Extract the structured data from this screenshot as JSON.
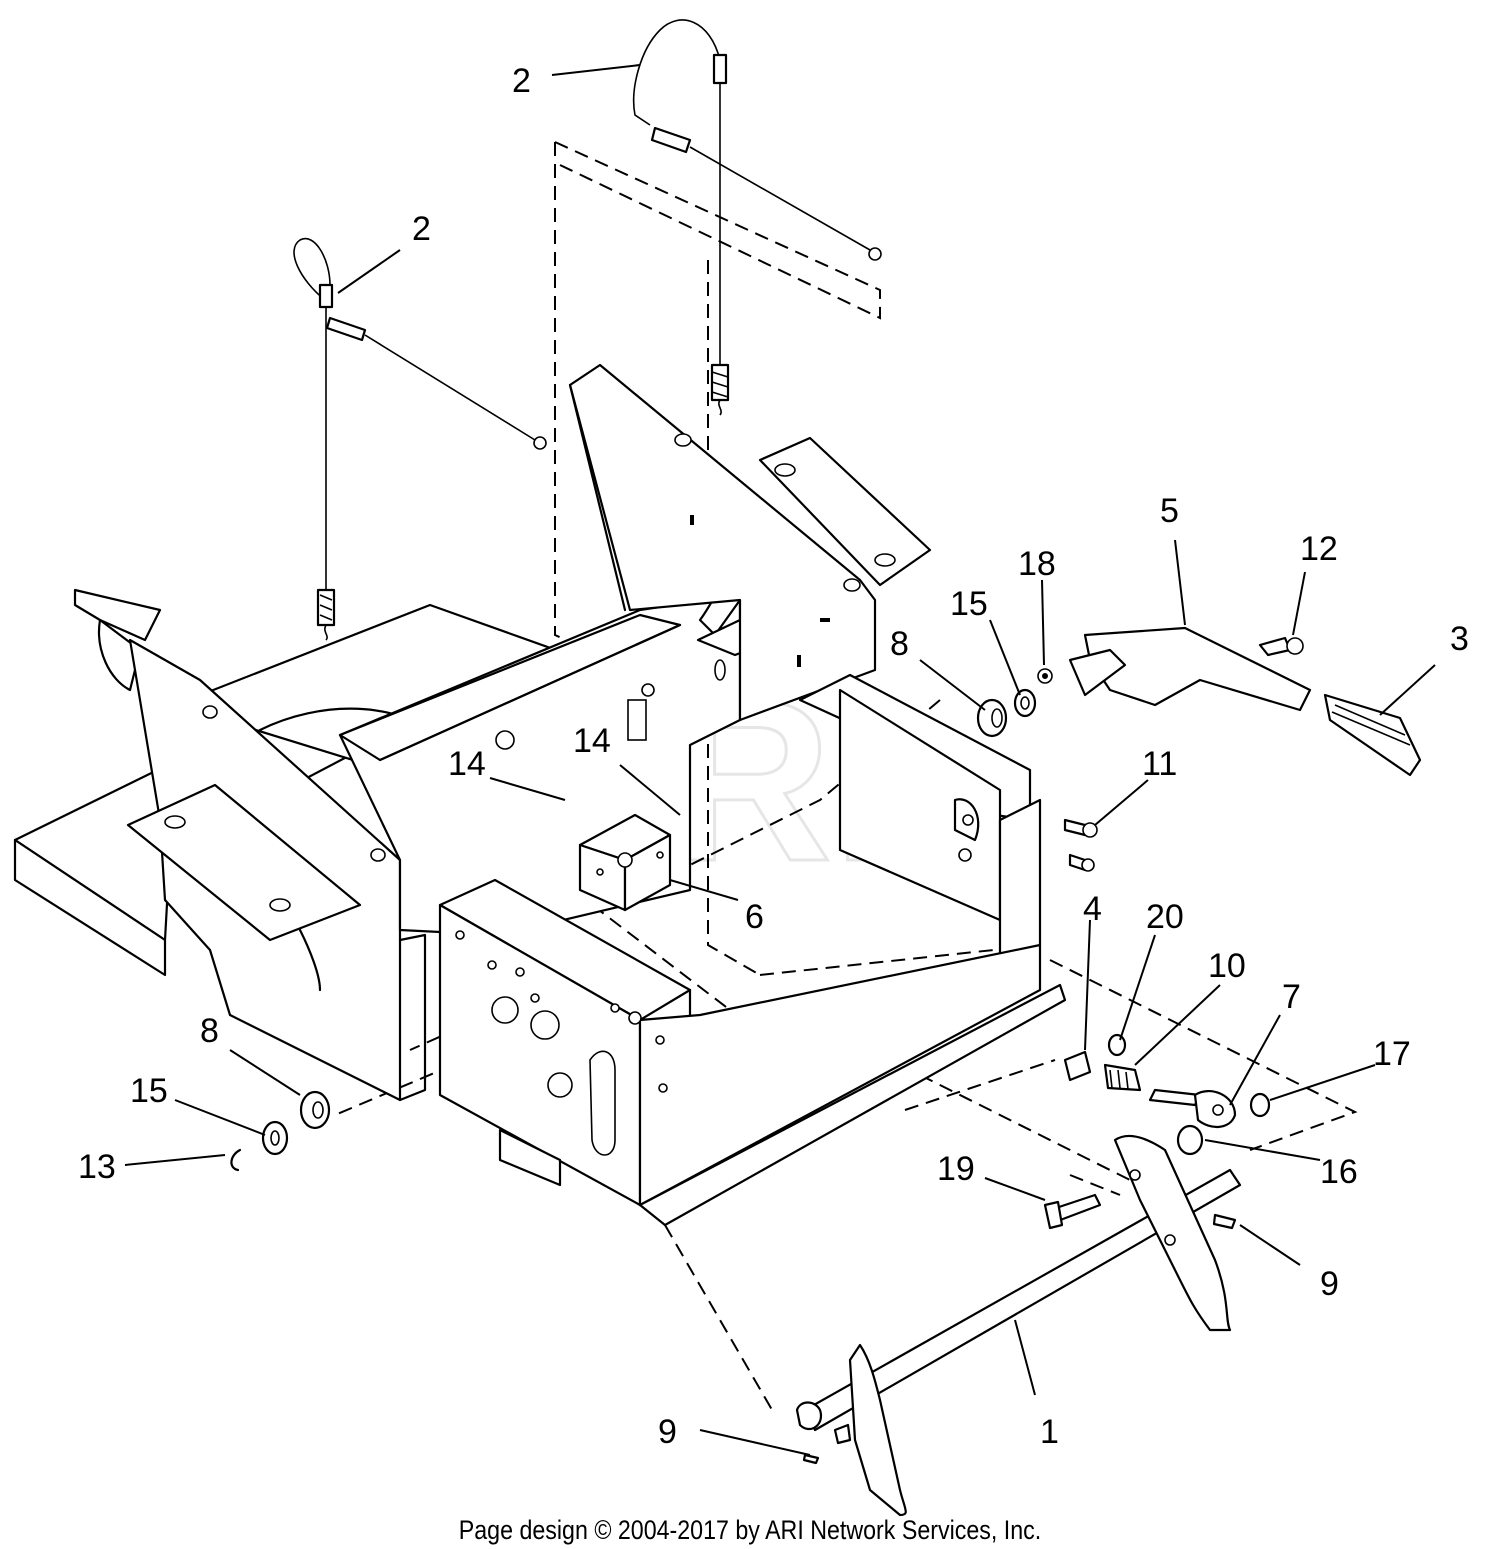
{
  "diagram": {
    "watermark": "ARI",
    "callouts": [
      {
        "id": "c2a",
        "label": "2"
      },
      {
        "id": "c2b",
        "label": "2"
      },
      {
        "id": "c5",
        "label": "5"
      },
      {
        "id": "c12",
        "label": "12"
      },
      {
        "id": "c3",
        "label": "3"
      },
      {
        "id": "c18",
        "label": "18"
      },
      {
        "id": "c15a",
        "label": "15"
      },
      {
        "id": "c8a",
        "label": "8"
      },
      {
        "id": "c11",
        "label": "11"
      },
      {
        "id": "c14a",
        "label": "14"
      },
      {
        "id": "c14b",
        "label": "14"
      },
      {
        "id": "c6",
        "label": "6"
      },
      {
        "id": "c4",
        "label": "4"
      },
      {
        "id": "c20",
        "label": "20"
      },
      {
        "id": "c10",
        "label": "10"
      },
      {
        "id": "c7",
        "label": "7"
      },
      {
        "id": "c17",
        "label": "17"
      },
      {
        "id": "c16",
        "label": "16"
      },
      {
        "id": "c19",
        "label": "19"
      },
      {
        "id": "c9a",
        "label": "9"
      },
      {
        "id": "c8b",
        "label": "8"
      },
      {
        "id": "c15b",
        "label": "15"
      },
      {
        "id": "c13",
        "label": "13"
      },
      {
        "id": "c9b",
        "label": "9"
      },
      {
        "id": "c1",
        "label": "1"
      }
    ],
    "copyright": "Page design © 2004-2017 by ARI Network Services, Inc."
  }
}
